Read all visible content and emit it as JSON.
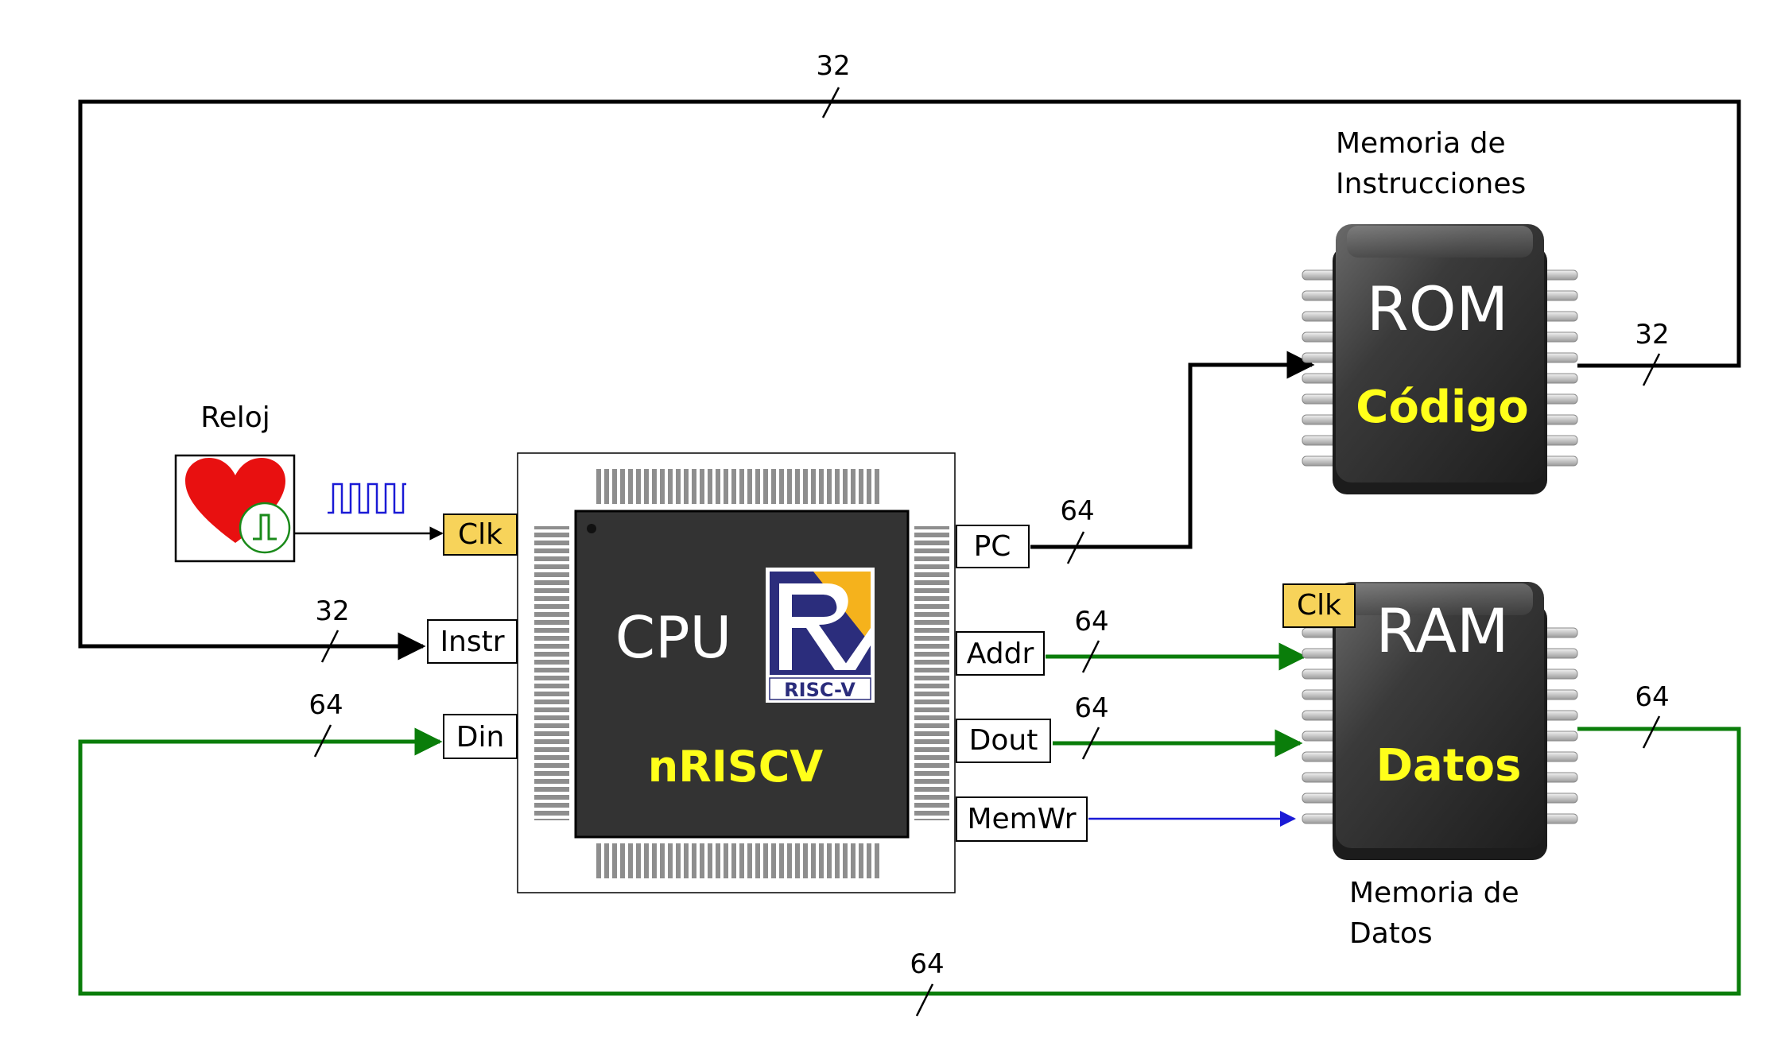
{
  "labels": {
    "reloj": "Reloj",
    "mem_instr_line1": "Memoria de",
    "mem_instr_line2": "Instrucciones",
    "mem_datos_line1": "Memoria de",
    "mem_datos_line2": "Datos"
  },
  "cpu": {
    "title": "CPU",
    "name": "nRISCV",
    "logo_text": "RISC-V"
  },
  "rom": {
    "title": "ROM",
    "subtitle": "Código"
  },
  "ram": {
    "title": "RAM",
    "subtitle": "Datos",
    "clk": "Clk"
  },
  "ports": {
    "clk": "Clk",
    "instr": "Instr",
    "din": "Din",
    "pc": "PC",
    "addr": "Addr",
    "dout": "Dout",
    "memwr": "MemWr"
  },
  "widths": {
    "top_bus": "32",
    "rom_out": "32",
    "instr_in": "32",
    "din_in": "64",
    "pc_out": "64",
    "addr_out": "64",
    "dout_out": "64",
    "ram_out": "64",
    "bottom_bus": "64"
  },
  "colors": {
    "black_bus": "#000000",
    "green_bus": "#0a7d0a",
    "blue_signal": "#1a1ad6",
    "label_yellow": "#ffff1a",
    "port_yellow": "#f7d35a",
    "chip_dark": "#333333"
  },
  "icons": {
    "clock": "heart-clock-icon",
    "waveform": "square-wave-icon",
    "logo": "risc-v-logo-icon"
  }
}
